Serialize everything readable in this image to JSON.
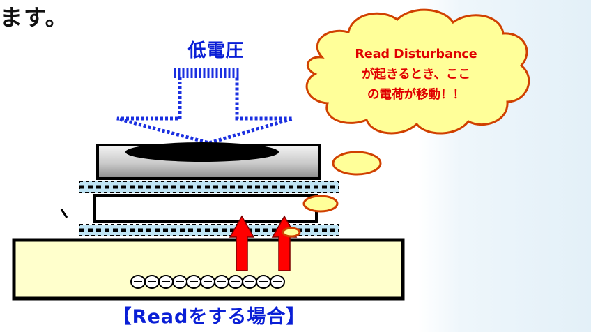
{
  "heading_fragment": "ます。",
  "voltage_label": "低電圧",
  "callout": {
    "line1": "Read Disturbance",
    "line2": "が起きるとき、ここ",
    "line3": "の電荷が移動！！"
  },
  "caption": "【Readをする場合】",
  "colors": {
    "label_blue": "#0a1fd6",
    "callout_red": "#e00000",
    "cloud_fill": "#ffff99",
    "substrate_fill": "#ffffcc",
    "arrow_red": "#ff0000"
  }
}
